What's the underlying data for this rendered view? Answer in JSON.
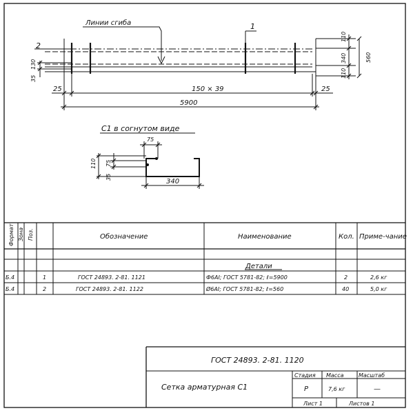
{
  "drawing": {
    "label_bend_lines": "Линии сгиба",
    "label_pos_1": "1",
    "label_pos_2": "2",
    "dim_110_top": "110",
    "dim_340": "340",
    "dim_110_bottom": "110",
    "dim_560": "560",
    "dim_130": "130",
    "dim_35": "35",
    "dim_25_left": "25",
    "dim_150x39": "150 × 39",
    "dim_25_right": "25",
    "dim_5900": "5900"
  },
  "bent_view": {
    "title": "С1 в согнутом виде",
    "dim_75_top": "75",
    "dim_110": "110",
    "dim_75": "75",
    "dim_35": "35",
    "dim_340": "340"
  },
  "spec_table": {
    "headers": {
      "format": "Формат",
      "zone": "Зона",
      "pos": "Поз.",
      "designation": "Обозначение",
      "name": "Наименование",
      "qty": "Кол.",
      "note": "Приме-чание"
    },
    "section_title": "Детали",
    "rows": [
      {
        "format": "Б.4",
        "pos": "1",
        "designation": "ГОСТ 24893. 2-81. 1121",
        "name": "Ф6АI; ГОСТ 5781-82; ℓ=5900",
        "qty": "2",
        "note": "2,6 кг"
      },
      {
        "format": "Б.4",
        "pos": "2",
        "designation": "ГОСТ 24893. 2-81. 1122",
        "name": "Ø6АI; ГОСТ 5781-82; ℓ=560",
        "qty": "40",
        "note": "5,0 кг"
      }
    ]
  },
  "title_block": {
    "code": "ГОСТ 24893. 2-81. 1120",
    "name": "Сетка арматурная С1",
    "stage_label": "Стадия",
    "mass_label": "Масса",
    "scale_label": "Масштаб",
    "stage_value": "Р",
    "mass_value": "7,6 кг",
    "scale_value": "—",
    "sheet_label": "Лист 1",
    "sheets_label": "Листов 1"
  }
}
